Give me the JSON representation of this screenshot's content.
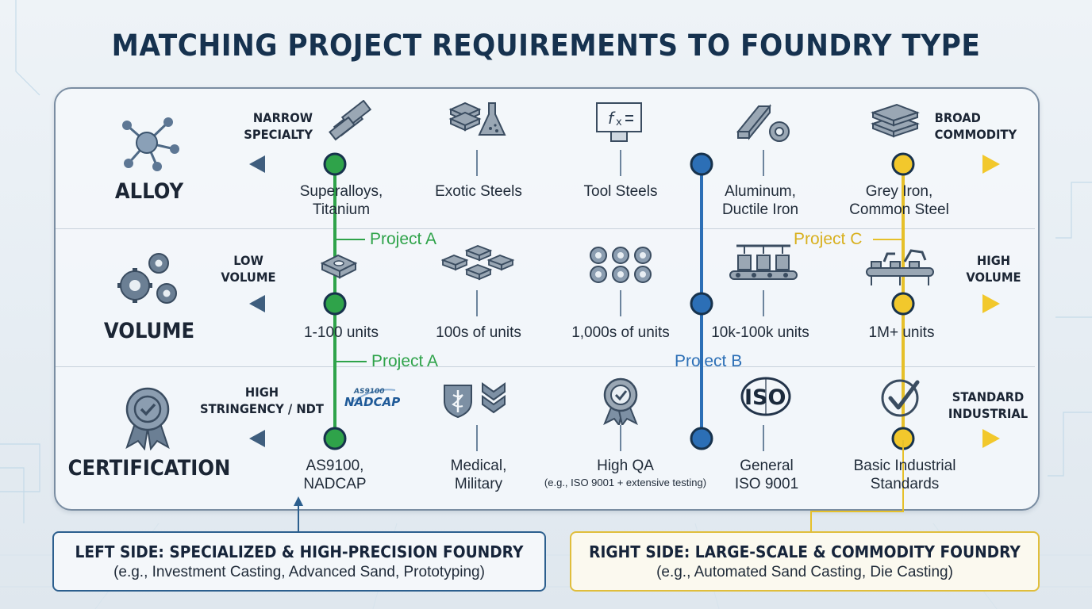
{
  "title": "MATCHING PROJECT REQUIREMENTS TO FOUNDRY TYPE",
  "colors": {
    "project_a": "#2fa34a",
    "project_b": "#2c6fb6",
    "project_c": "#e6c02a",
    "axis": "#3f5e7e",
    "title": "#16324f"
  },
  "rows": [
    {
      "label": "ALLOY",
      "left_end": "NARROW\nSPECIALTY",
      "right_end": "BROAD\nCOMMODITY",
      "ticks": [
        "Superalloys,\nTitanium",
        "Exotic Steels",
        "Tool Steels",
        "Aluminum,\nDuctile Iron",
        "Grey Iron,\nCommon Steel"
      ],
      "icons": [
        "molecule-icon",
        "rod-bundle-icon",
        "ingot-flask-icon",
        "formula-icon",
        "ingot-bar-icon",
        "plate-stack-icon"
      ]
    },
    {
      "label": "VOLUME",
      "left_end": "LOW\nVOLUME",
      "right_end": "HIGH\nVOLUME",
      "ticks": [
        "1-100 units",
        "100s of units",
        "1,000s of units",
        "10k-100k units",
        "1M+ units"
      ],
      "icons": [
        "gears-icon",
        "single-part-icon",
        "part-batch-icon",
        "gear-array-icon",
        "production-line-icon",
        "robotic-line-icon"
      ]
    },
    {
      "label": "CERTIFICATION",
      "left_end": "HIGH\nSTRINGENCY / NDT",
      "right_end": "STANDARD\nINDUSTRIAL",
      "ticks": [
        "AS9100,\nNADCAP",
        "Medical,\nMilitary",
        "High QA",
        "General\nISO 9001",
        "Basic Industrial\nStandards"
      ],
      "tick_notes": {
        "high_qa": "(e.g., ISO 9001 + extensive testing)"
      },
      "icons": [
        "award-ribbon-icon",
        "nadcap-logo-icon",
        "medical-military-icon",
        "qa-seal-icon",
        "iso-logo-icon",
        "checkmark-circle-icon"
      ]
    }
  ],
  "logos": {
    "nadcap_top": "AS9100",
    "nadcap_main": "NADCAP",
    "iso": "ISO"
  },
  "projects": [
    {
      "name": "Project A",
      "row_positions": [
        "Superalloys, Titanium",
        "1-100 units",
        "AS9100, NADCAP"
      ]
    },
    {
      "name": "Project B",
      "row_positions": [
        "Aluminum, Ductile Iron",
        "10k-100k units",
        "General ISO 9001"
      ]
    },
    {
      "name": "Project C",
      "row_positions": [
        "Grey Iron, Common Steel",
        "1M+ units",
        "Basic Industrial Standards"
      ]
    }
  ],
  "project_labels": {
    "alloy_volume_a": "Project A",
    "alloy_volume_c": "Project C",
    "volume_cert_a": "Project A",
    "volume_cert_b": "Project B"
  },
  "legend": {
    "left": {
      "title": "LEFT SIDE: SPECIALIZED & HIGH-PRECISION FOUNDRY",
      "subtitle": "(e.g., Investment Casting, Advanced Sand, Prototyping)"
    },
    "right": {
      "title": "RIGHT SIDE: LARGE-SCALE & COMMODITY FOUNDRY",
      "subtitle": "(e.g., Automated Sand Casting, Die Casting)"
    }
  }
}
